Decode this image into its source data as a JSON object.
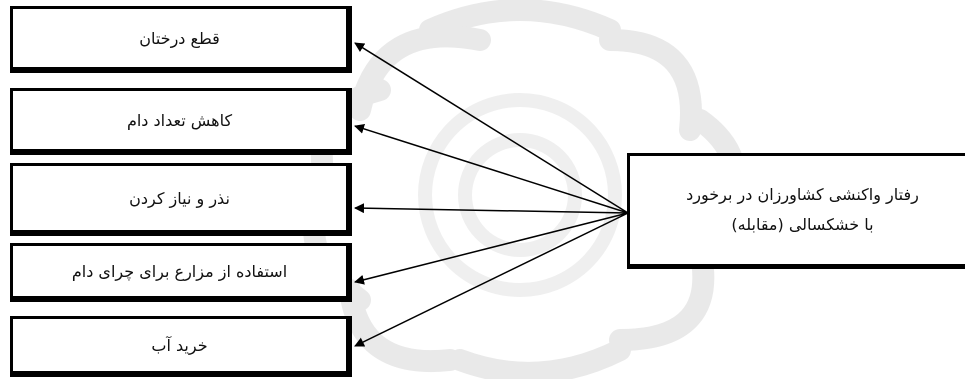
{
  "diagram": {
    "center_label_line1": "رفتار واکنشی کشاورزان در برخورد",
    "center_label_line2": "با خشکسالی (مقابله)",
    "responses": [
      "قطع درختان",
      "کاهش تعداد دام",
      "نذر و نیاز کردن",
      "استفاده از مزارع برای چرای دام",
      "خرید آب"
    ]
  },
  "colors": {
    "box_border": "#000000",
    "arrow": "#000000",
    "watermark": "#e6e6e6"
  }
}
